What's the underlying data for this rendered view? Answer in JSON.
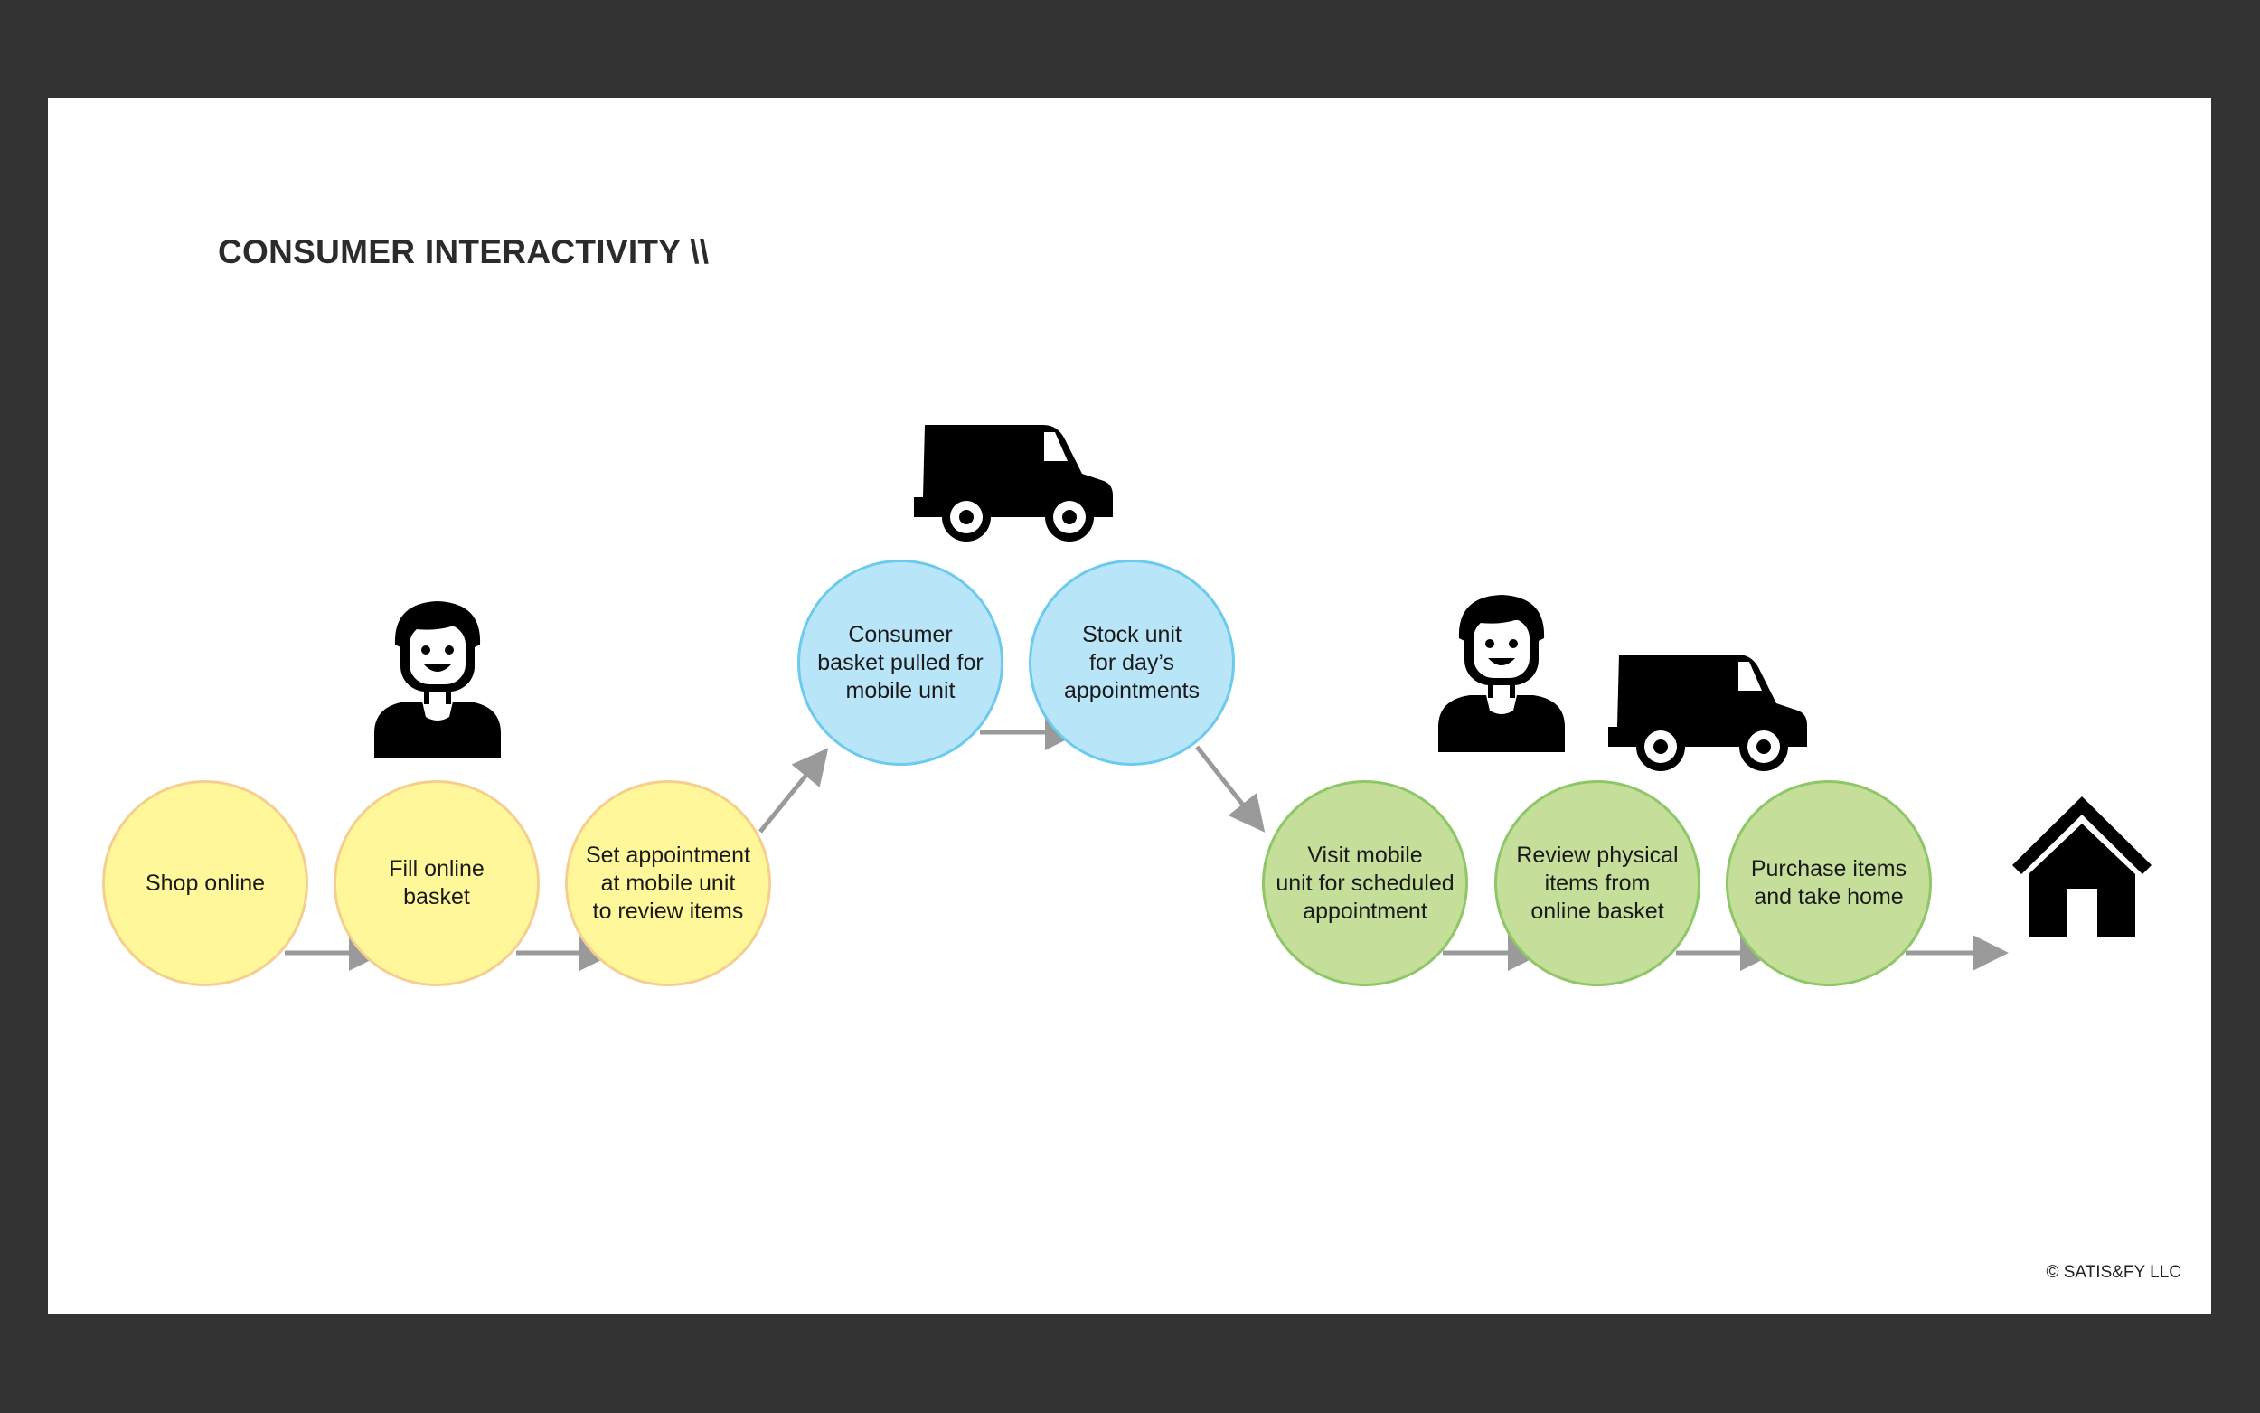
{
  "title": "CONSUMER INTERACTIVITY \\\\",
  "copyright": "©  SATIS&FY LLC",
  "colors": {
    "background": "#333333",
    "slide": "#ffffff",
    "yellow_fill": "#fff79a",
    "yellow_border": "#f5cf8f",
    "blue_fill": "#b9e5f9",
    "blue_border": "#6ccbec",
    "green_fill": "#c5df9b",
    "green_border": "#8ec768",
    "arrow": "#9a9a9a",
    "icon": "#000000"
  },
  "steps": [
    {
      "label": "Shop online",
      "color": "yellow"
    },
    {
      "label": "Fill online\nbasket",
      "color": "yellow"
    },
    {
      "label": "Set appointment\nat mobile unit\nto review items",
      "color": "yellow"
    },
    {
      "label": "Consumer\nbasket pulled for\nmobile unit",
      "color": "blue"
    },
    {
      "label": "Stock unit\nfor day’s\nappointments",
      "color": "blue"
    },
    {
      "label": "Visit mobile\nunit for scheduled\nappointment",
      "color": "green"
    },
    {
      "label": "Review physical\nitems from\nonline basket",
      "color": "green"
    },
    {
      "label": "Purchase items\nand take home",
      "color": "green"
    }
  ],
  "icons": [
    "person-icon",
    "delivery-truck-icon",
    "person-icon",
    "delivery-truck-icon",
    "house-icon"
  ]
}
